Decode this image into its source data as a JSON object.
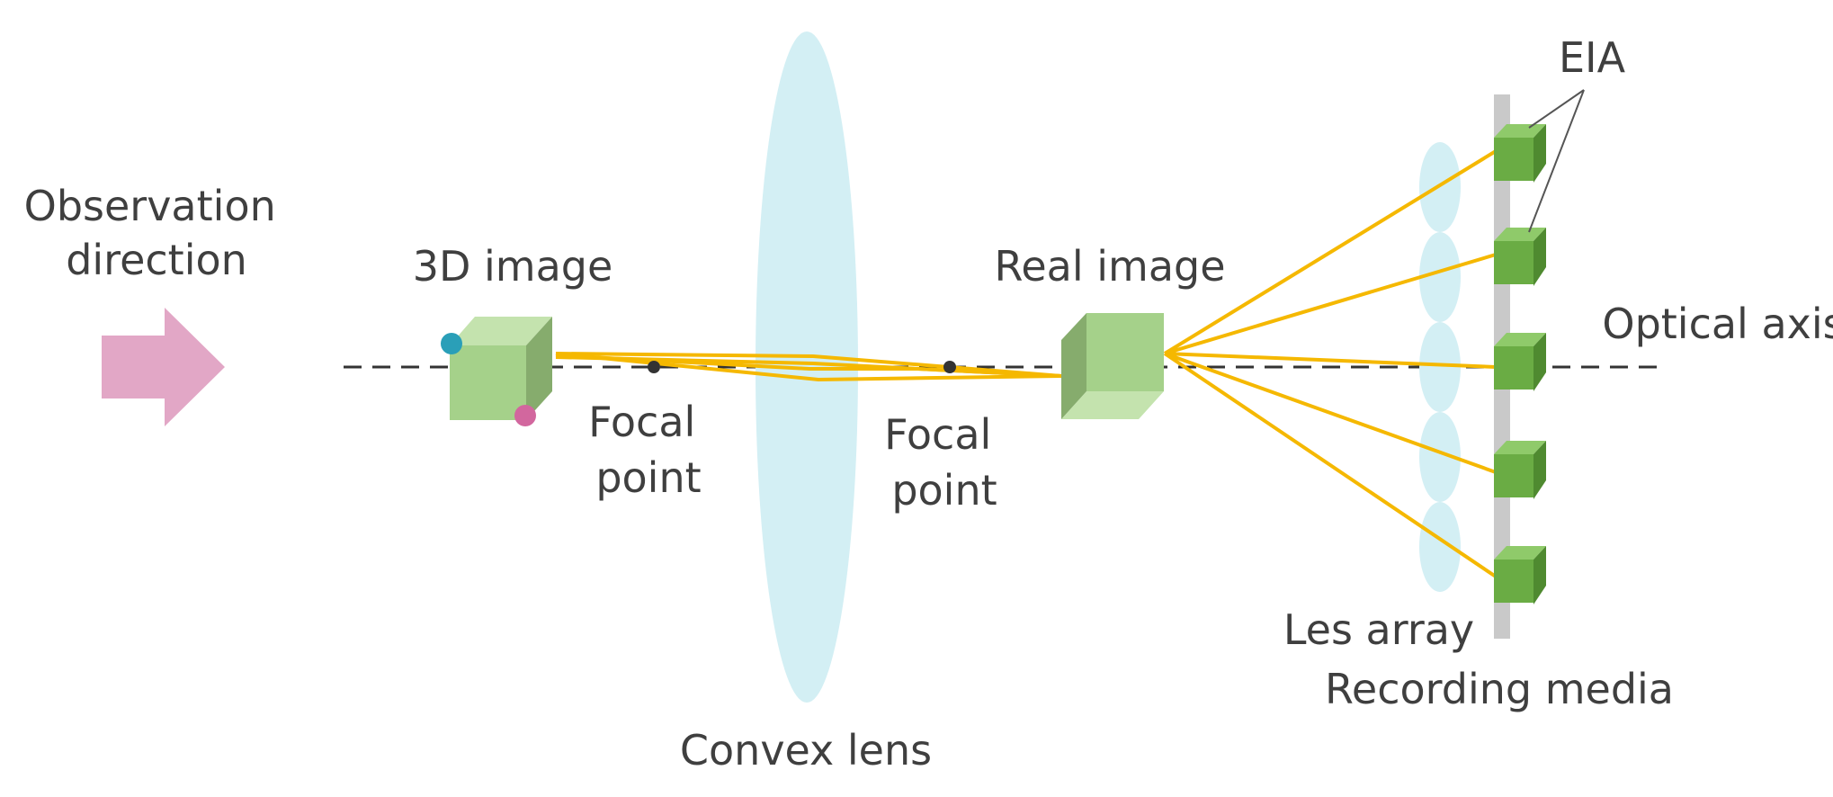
{
  "labels": {
    "observation_direction": [
      "Observation",
      "direction"
    ],
    "image_3d": "3D image",
    "focal_point_left": [
      "Focal",
      "point"
    ],
    "focal_point_right": [
      "Focal",
      "point"
    ],
    "convex_lens": "Convex lens",
    "real_image": "Real image",
    "eia": "EIA",
    "optical_axis": "Optical axis",
    "lens_array": "Les array",
    "recording_media": "Recording media"
  },
  "colors": {
    "arrow": "#e2a7c6",
    "lens": "#d3eff4",
    "ray": "#f5b800",
    "cube_front": "#a5d18a",
    "cube_top": "#c4e3ae",
    "cube_side": "#86ac6d",
    "eia_front": "#6aac44",
    "eia_top": "#8fca6a",
    "eia_side": "#4f8a30",
    "media_bar": "#c9c9c9",
    "dot_teal": "#2a9fb8",
    "dot_pink": "#d2679e",
    "axis": "#333333"
  }
}
